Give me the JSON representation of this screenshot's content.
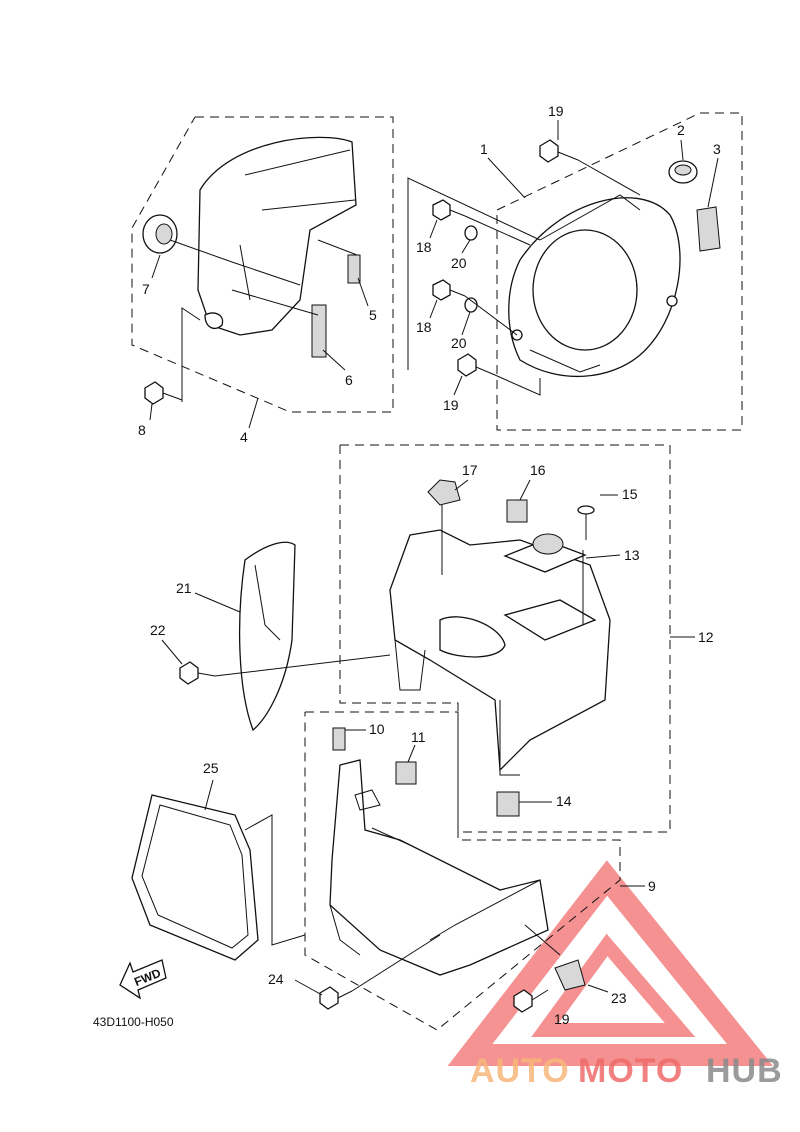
{
  "diagram": {
    "callouts": [
      {
        "id": "c1",
        "label": "1"
      },
      {
        "id": "c2",
        "label": "2"
      },
      {
        "id": "c3",
        "label": "3"
      },
      {
        "id": "c4",
        "label": "4"
      },
      {
        "id": "c5",
        "label": "5"
      },
      {
        "id": "c6",
        "label": "6"
      },
      {
        "id": "c7",
        "label": "7"
      },
      {
        "id": "c8",
        "label": "8"
      },
      {
        "id": "c9",
        "label": "9"
      },
      {
        "id": "c10",
        "label": "10"
      },
      {
        "id": "c11",
        "label": "11"
      },
      {
        "id": "c12",
        "label": "12"
      },
      {
        "id": "c13",
        "label": "13"
      },
      {
        "id": "c14",
        "label": "14"
      },
      {
        "id": "c15",
        "label": "15"
      },
      {
        "id": "c16",
        "label": "16"
      },
      {
        "id": "c17",
        "label": "17"
      },
      {
        "id": "c18a",
        "label": "18"
      },
      {
        "id": "c18b",
        "label": "18"
      },
      {
        "id": "c19a",
        "label": "19"
      },
      {
        "id": "c19b",
        "label": "19"
      },
      {
        "id": "c19c",
        "label": "19"
      },
      {
        "id": "c20a",
        "label": "20"
      },
      {
        "id": "c20b",
        "label": "20"
      },
      {
        "id": "c21",
        "label": "21"
      },
      {
        "id": "c22",
        "label": "22"
      },
      {
        "id": "c23",
        "label": "23"
      },
      {
        "id": "c24",
        "label": "24"
      },
      {
        "id": "c25",
        "label": "25"
      }
    ],
    "fwd_label": "FWD",
    "drawing_code": "43D1100-H050"
  },
  "watermark": {
    "part1": "AUTO",
    "part2": "MOTO",
    "part3": "HUB",
    "colors": {
      "auto": "#f7b77a",
      "moto": "#f06b6b",
      "hub": "#8a8a8a",
      "triangle": "#f26d6d"
    }
  }
}
